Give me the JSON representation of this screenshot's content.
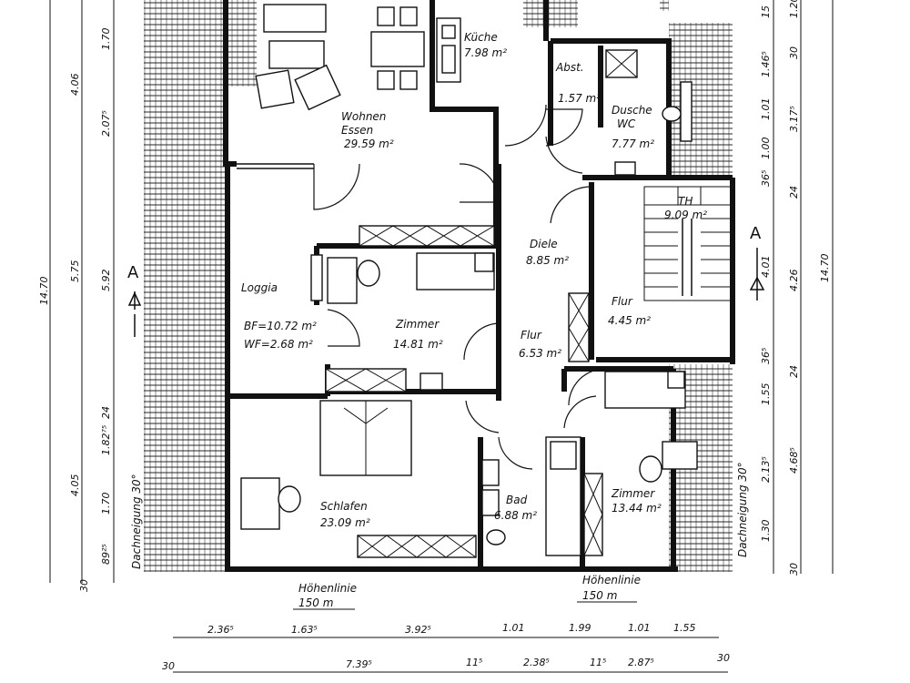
{
  "rooms": [
    {
      "id": "wohnen",
      "label": "Wohnen",
      "label2": "Essen",
      "area": "29.59 m²"
    },
    {
      "id": "kueche",
      "label": "Küche",
      "area": "7.98 m²"
    },
    {
      "id": "abst",
      "label": "Abst.",
      "area": "1.57 m²"
    },
    {
      "id": "dusche",
      "label": "Dusche",
      "label2": "WC",
      "area": "7.77 m²"
    },
    {
      "id": "th",
      "label": "TH",
      "area": "9.09 m²"
    },
    {
      "id": "diele",
      "label": "Diele",
      "area": "8.85 m²"
    },
    {
      "id": "loggia",
      "label": "Loggia",
      "bf": "BF=10.72 m²",
      "wf": "WF=2.68 m²"
    },
    {
      "id": "zimmer1",
      "label": "Zimmer",
      "area": "14.81 m²"
    },
    {
      "id": "flur1",
      "label": "Flur",
      "area": "4.45 m²"
    },
    {
      "id": "flur2",
      "label": "Flur",
      "area": "6.53 m²"
    },
    {
      "id": "schlafen",
      "label": "Schlafen",
      "area": "23.09 m²"
    },
    {
      "id": "bad",
      "label": "Bad",
      "area": "6.88 m²"
    },
    {
      "id": "zimmer2",
      "label": "Zimmer",
      "area": "13.44 m²"
    }
  ],
  "annotations": {
    "hoehenlinie_left": "Höhenlinie",
    "hoehenlinie_left_value": "150 m",
    "hoehenlinie_right": "Höhenlinie",
    "hoehenlinie_right_value": "150 m",
    "dachneigung_left": "Dachneigung 30°",
    "dachneigung_right": "Dachneigung 30°",
    "section_left": "A",
    "section_right": "A"
  },
  "dims_bottom_row1": [
    "2.36⁵",
    "1.63⁵",
    "3.92⁵",
    "1.01",
    "1.99",
    "1.01",
    "1.55"
  ],
  "dims_bottom_row2": [
    "30",
    "7.39⁵",
    "11⁵",
    "2.38⁵",
    "11⁵",
    "2.87⁵",
    "30"
  ],
  "dims_left_outer": [
    "14.70"
  ],
  "dims_left_mid": [
    "4.06",
    "5.75",
    "4.05"
  ],
  "dims_left_inner": [
    "1.70",
    "2.07⁵",
    "5.92",
    "24",
    "1.82⁷⁵",
    "1.70",
    "89²⁵",
    "30"
  ],
  "dims_right_inner": [
    "1.46⁵",
    "1.01",
    "1.00",
    "36⁵",
    "4.01",
    "36⁵",
    "1.55",
    "2.13⁵",
    "1.30"
  ],
  "dims_right_mid": [
    "30",
    "3.17⁵",
    "24",
    "4.26",
    "24",
    "4.68⁵",
    "30"
  ],
  "dims_right_outer": [
    "14.70"
  ],
  "dims_top_right": [
    "15",
    "1.20"
  ]
}
